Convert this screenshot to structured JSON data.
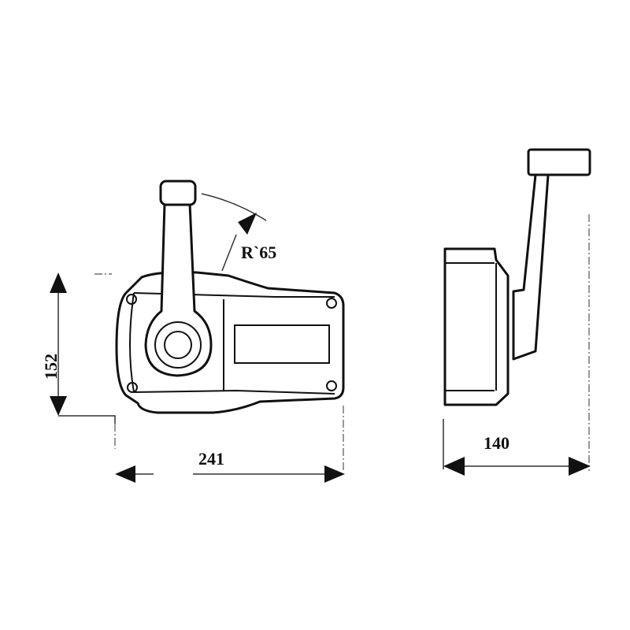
{
  "diagram": {
    "type": "technical-dimension-drawing",
    "subject": "single-lever side-mount control (front and side views)",
    "colors": {
      "line": "#111111",
      "background": "#ffffff"
    },
    "front_view": {
      "radius_label": "R`65",
      "height_label": "152",
      "width_label": "241"
    },
    "side_view": {
      "depth_label": "140"
    }
  }
}
